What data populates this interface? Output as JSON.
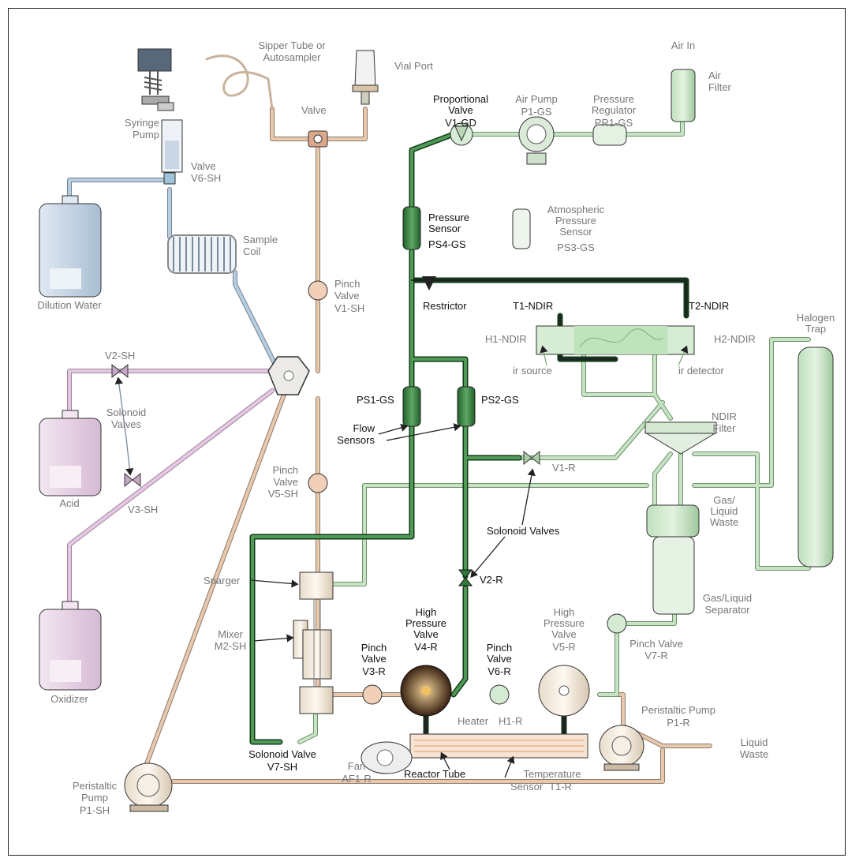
{
  "labels": {
    "sipper": [
      "Sipper Tube or",
      "Autosampler"
    ],
    "vial_port": "Vial Port",
    "valve_top": "Valve",
    "syringe_pump": [
      "Syringe",
      "Pump"
    ],
    "valve_v6": [
      "Valve",
      "V6-SH"
    ],
    "dilution_water": "Dilution Water",
    "sample_coil": [
      "Sample",
      "Coil"
    ],
    "pinch_v1": [
      "Pinch",
      "Valve",
      "V1-SH"
    ],
    "v2_sh": "V2-SH",
    "solonoid_valves_left": [
      "Solonoid",
      "Valves"
    ],
    "acid": "Acid",
    "v3_sh": "V3-SH",
    "oxidizer": "Oxidizer",
    "pinch_v5": [
      "Pinch",
      "Valve",
      "V5-SH"
    ],
    "sparger": "Sparger",
    "mixer": [
      "Mixer",
      "M2-SH"
    ],
    "solonoid_v7": [
      "Solonoid Valve",
      "V7-SH"
    ],
    "peristaltic_left": [
      "Peristaltic",
      "Pump",
      "P1-SH"
    ],
    "proportional": [
      "Proportional",
      "Valve",
      "V1-GD"
    ],
    "air_pump": [
      "Air Pump",
      "P1-GS"
    ],
    "pressure_regulator": [
      "Pressure",
      "Regulator",
      "PR1-GS"
    ],
    "air_in": "Air In",
    "air_filter": [
      "Air",
      "Filter"
    ],
    "pressure_sensor": [
      "Pressure",
      "Sensor",
      "PS4-GS"
    ],
    "atm_sensor": [
      "Atmospheric",
      "Pressure",
      "Sensor",
      "PS3-GS"
    ],
    "restrictor": "Restrictor",
    "t1_ndir": "T1-NDIR",
    "t2_ndir": "T2-NDIR",
    "h1_ndir": "H1-NDIR",
    "h2_ndir": "H2-NDIR",
    "ir_source": "ir source",
    "ir_detector": "ir detector",
    "halogen_trap": [
      "Halogen",
      "Trap"
    ],
    "ps1": "PS1-GS",
    "ps2": "PS2-GS",
    "flow_sensors": [
      "Flow",
      "Sensors"
    ],
    "ndir_filter": [
      "NDIR",
      "Filter"
    ],
    "v1_r": "V1-R",
    "gas_liquid_waste": [
      "Gas/",
      "Liquid",
      "Waste"
    ],
    "solonoid_valves_mid": "Solonoid Valves",
    "v2_r": "V2-R",
    "gas_liquid_separator": [
      "Gas/Liquid",
      "Separator"
    ],
    "hp_v4": [
      "High",
      "Pressure",
      "Valve",
      "V4-R"
    ],
    "pinch_v3r": [
      "Pinch",
      "Valve",
      "V3-R"
    ],
    "pinch_v6r": [
      "Pinch",
      "Valve",
      "V6-R"
    ],
    "hp_v5": [
      "High",
      "Pressure",
      "Valve",
      "V5-R"
    ],
    "pinch_v7r": [
      "Pinch Valve",
      "V7-R"
    ],
    "heater": [
      "Heater",
      "H1-R"
    ],
    "peristaltic_right": [
      "Peristaltic Pump",
      "P1-R"
    ],
    "liquid_waste": [
      "Liquid",
      "Waste"
    ],
    "fan": [
      "Fan",
      "AF1-R"
    ],
    "reactor_tube": "Reactor Tube",
    "temp_sensor": [
      "Temperature",
      "Sensor",
      "T1-R"
    ]
  },
  "colors": {
    "sample_line": "#e8c9ae",
    "reagent_line": "#e6c8e4",
    "water_line": "#b9cde0",
    "gas_dark": "#2f7a3a",
    "gas_light": "#c7e2c5",
    "outline": "#333333",
    "label_grey": "#777777",
    "label_dark": "#111111"
  }
}
